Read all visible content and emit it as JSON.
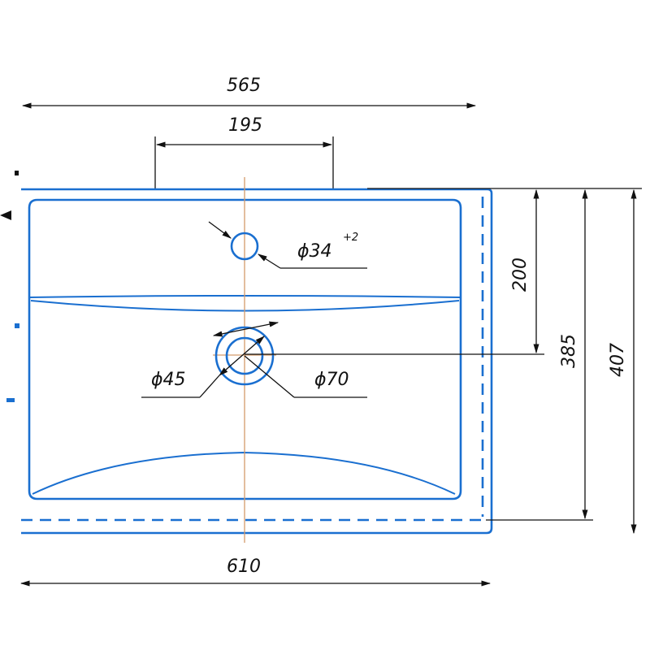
{
  "drawing": {
    "colors": {
      "outline": "#1a6fd0",
      "dimension": "#111111",
      "centerline": "#d49a6a"
    },
    "dimensions": {
      "overall_width_top": "565",
      "tap_zone_width": "195",
      "overall_width_bottom": "610",
      "depth_to_drain": "200",
      "depth_inner": "385",
      "depth_overall": "407",
      "tap_hole": "ϕ34",
      "tap_hole_tolerance": "+2",
      "drain_inner": "ϕ45",
      "drain_outer": "ϕ70"
    }
  }
}
